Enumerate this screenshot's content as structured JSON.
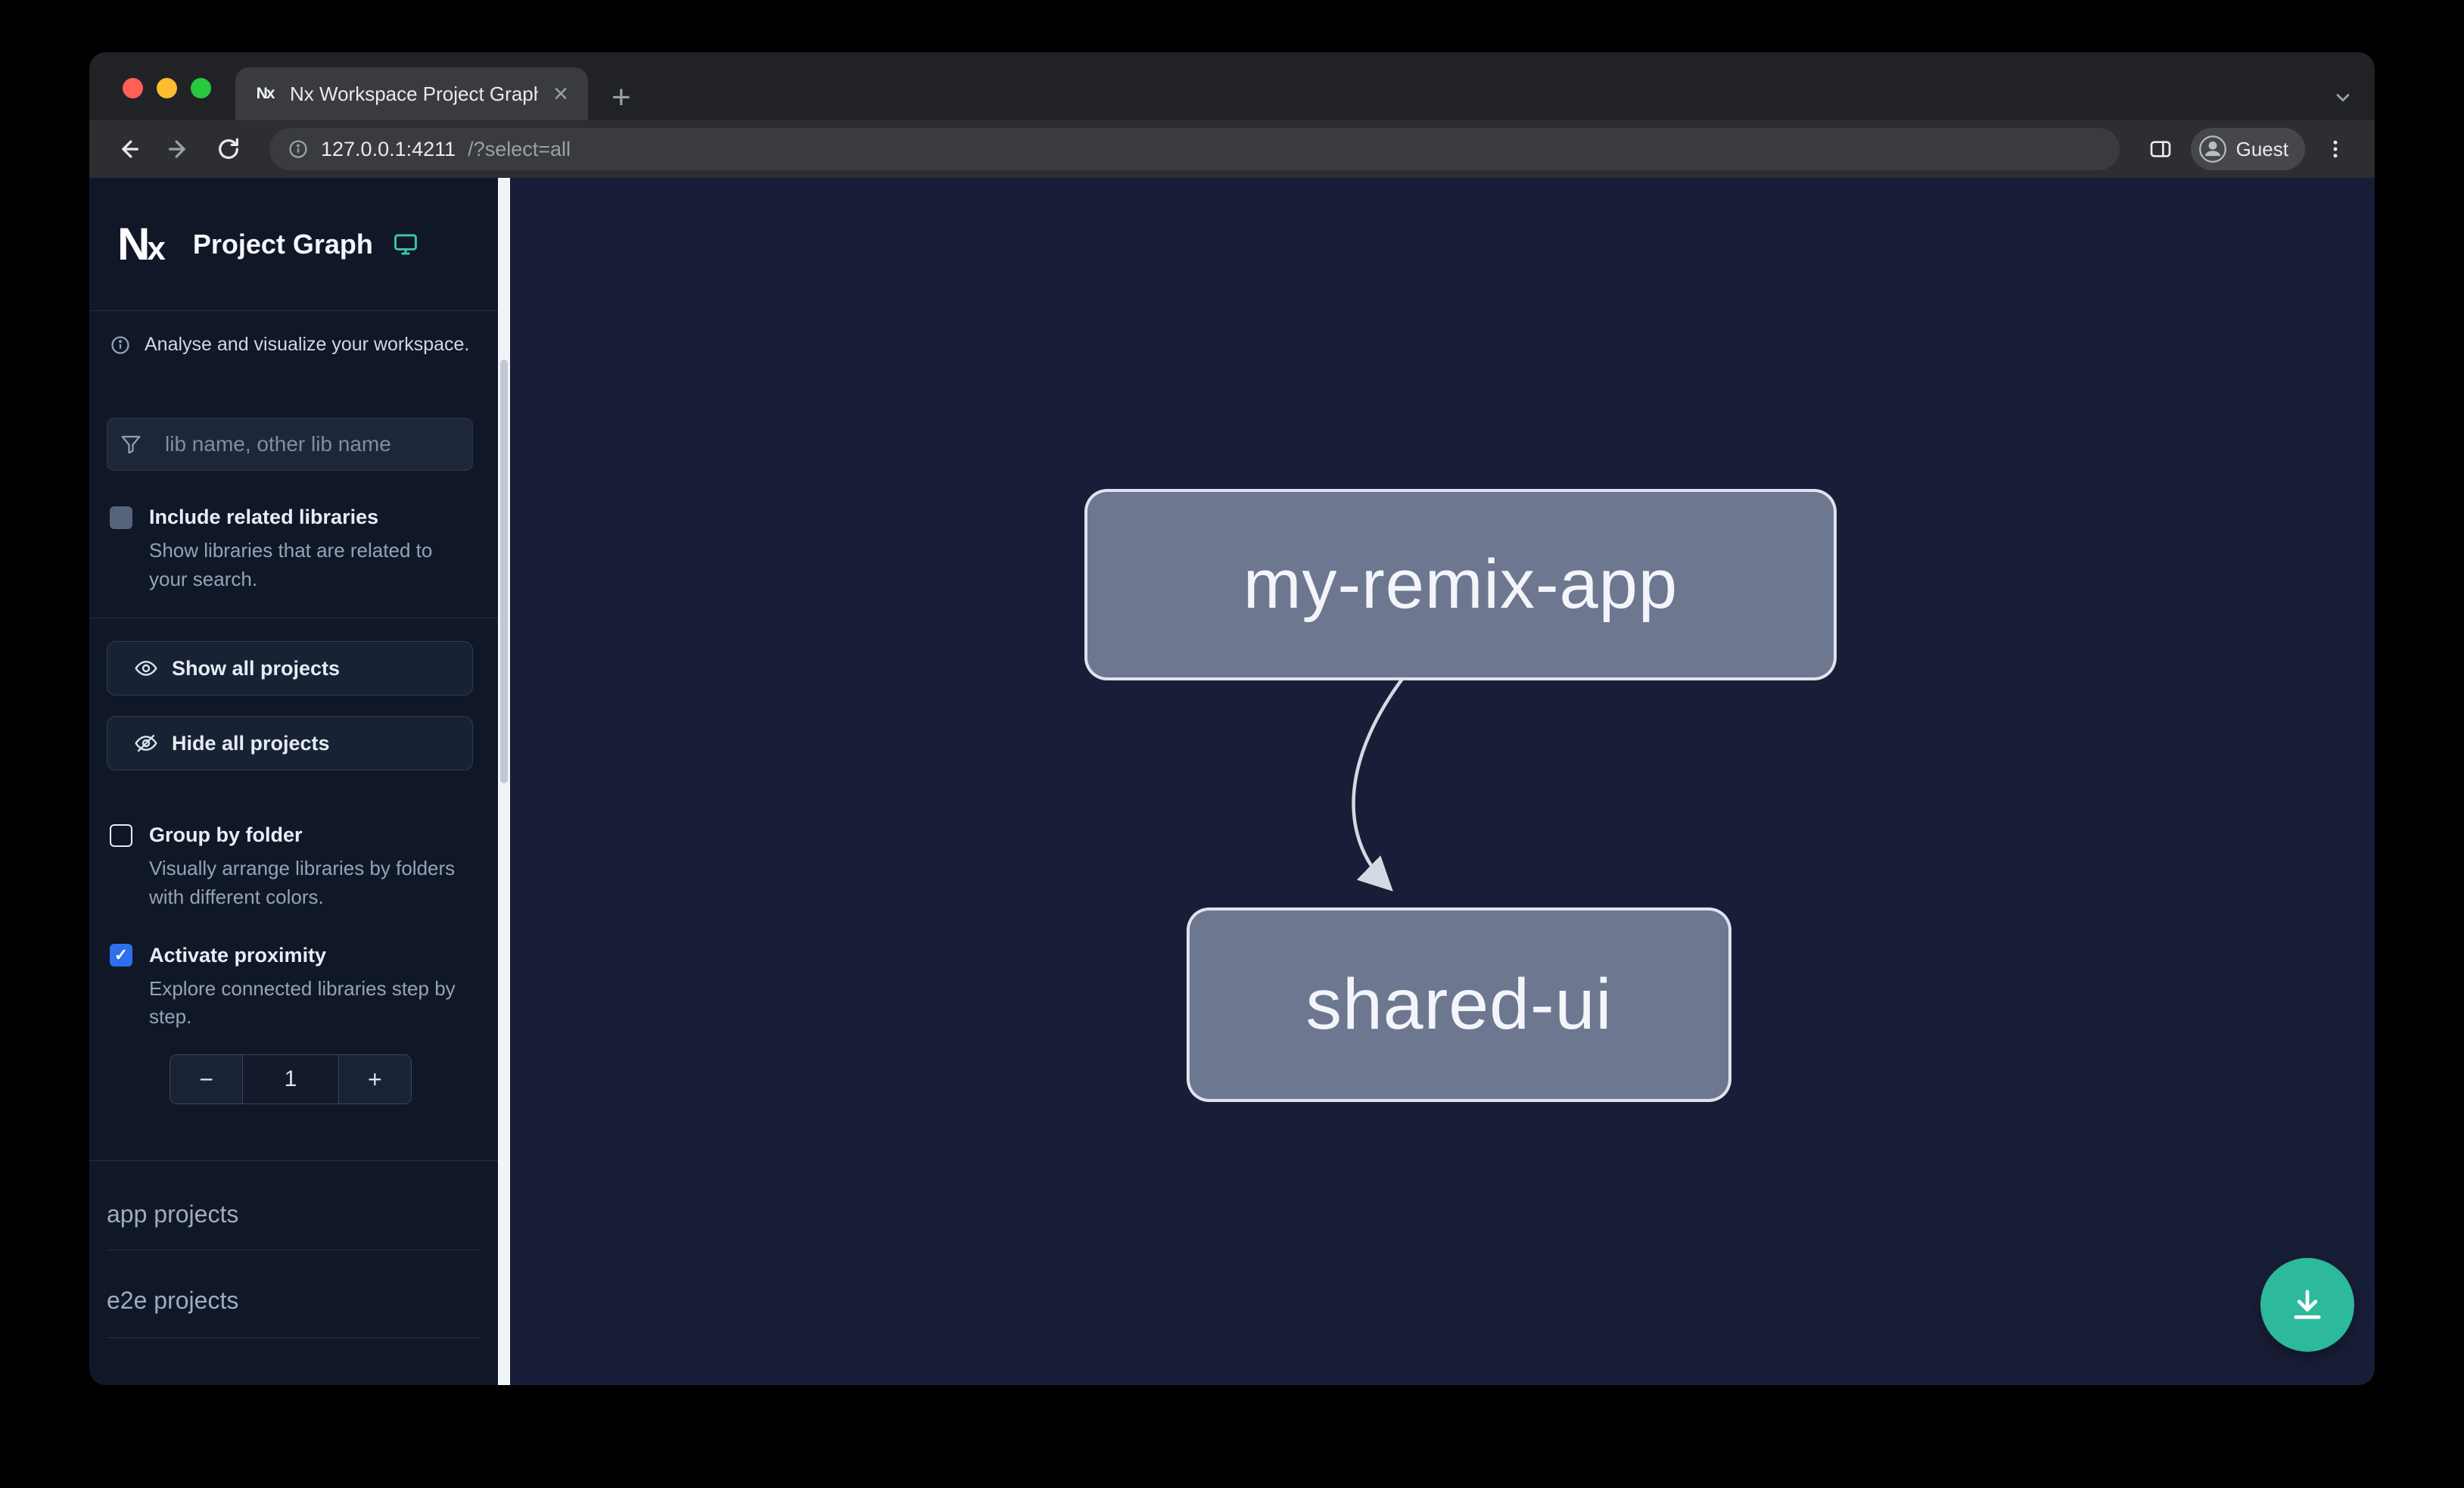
{
  "browser": {
    "tab": {
      "title": "Nx Workspace Project Graph"
    },
    "url": {
      "host": "127.0.0.1:4211",
      "path": "/?select=all"
    },
    "profile_label": "Guest",
    "glyphs": {
      "tab_close": "×",
      "new_tab": "+"
    }
  },
  "sidebar": {
    "app_title": "Project Graph",
    "tagline": "Analyse and visualize your workspace.",
    "filter_placeholder": "lib name, other lib name",
    "check_glyph": "✓",
    "checkboxes": [
      {
        "label": "Include related libraries",
        "desc": "Show libraries that are related to your search.",
        "checked": false
      },
      {
        "label": "Group by folder",
        "desc": "Visually arrange libraries by folders with different colors.",
        "checked": false
      },
      {
        "label": "Activate proximity",
        "desc": "Explore connected libraries step by step.",
        "checked": true
      }
    ],
    "buttons": {
      "show_all": "Show all projects",
      "hide_all": "Hide all projects"
    },
    "stepper": {
      "minus": "−",
      "value": "1",
      "plus": "+"
    },
    "sections": [
      {
        "label": "app projects"
      },
      {
        "label": "e2e projects"
      }
    ]
  },
  "graph": {
    "nodes": [
      {
        "id": "my-remix-app",
        "label": "my-remix-app"
      },
      {
        "id": "shared-ui",
        "label": "shared-ui"
      }
    ],
    "edge": {
      "from": "my-remix-app",
      "to": "shared-ui"
    }
  },
  "icons": {
    "theme": "monitor-icon",
    "tagline": "info-icon",
    "filter": "funnel-icon",
    "show_all": "eye-icon",
    "hide_all": "eye-off-icon",
    "fab": "download-icon",
    "omnibox_left": "info-icon",
    "toolbar": [
      "back-icon",
      "forward-icon",
      "reload-icon",
      "side-panel-icon",
      "avatar-icon",
      "kebab-menu-icon"
    ]
  },
  "colors": {
    "canvas_bg": "#191e38",
    "sidebar_bg": "#101828",
    "node_fill": "#6e7790",
    "node_border": "#e9edf5",
    "checkbox_checked": "#2f6fed",
    "fab": "#2cb99c",
    "theme_icon": "#3ec9ad",
    "traffic_close": "#ff5f57",
    "traffic_min": "#febc2e",
    "traffic_max": "#28c840"
  }
}
